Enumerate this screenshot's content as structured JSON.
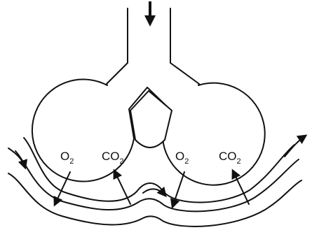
{
  "labels": {
    "o2_left": {
      "base": "O",
      "sub": "2"
    },
    "co2_left": {
      "base": "CO",
      "sub": "2"
    },
    "o2_right": {
      "base": "O",
      "sub": "2"
    },
    "co2_right": {
      "base": "CO",
      "sub": "2"
    }
  },
  "colors": {
    "ink": "#111111",
    "background": "#ffffff"
  }
}
